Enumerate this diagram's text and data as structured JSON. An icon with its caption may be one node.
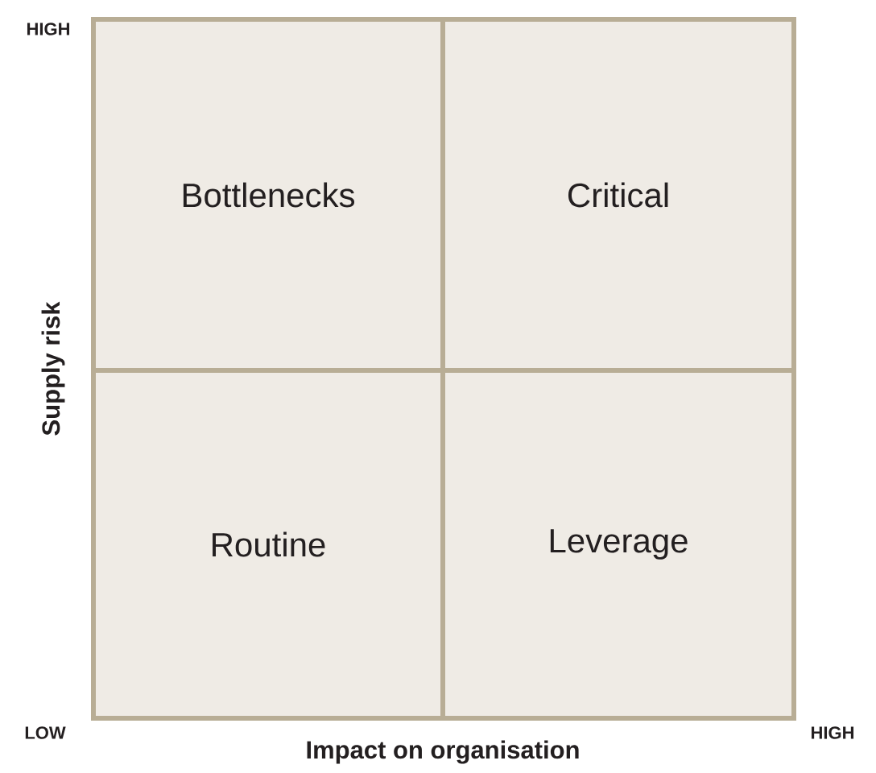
{
  "diagram": {
    "nodes": [
      {
        "text": [
          "Bottlenecks"
        ]
      },
      {
        "text": [
          "Critical"
        ]
      },
      {
        "text": [
          "Routine"
        ]
      },
      {
        "text": [
          "Leverage"
        ]
      }
    ],
    "labels": [
      "HIGH",
      "Supply risk",
      "LOW",
      "Impact on organisation",
      "HIGH"
    ]
  }
}
